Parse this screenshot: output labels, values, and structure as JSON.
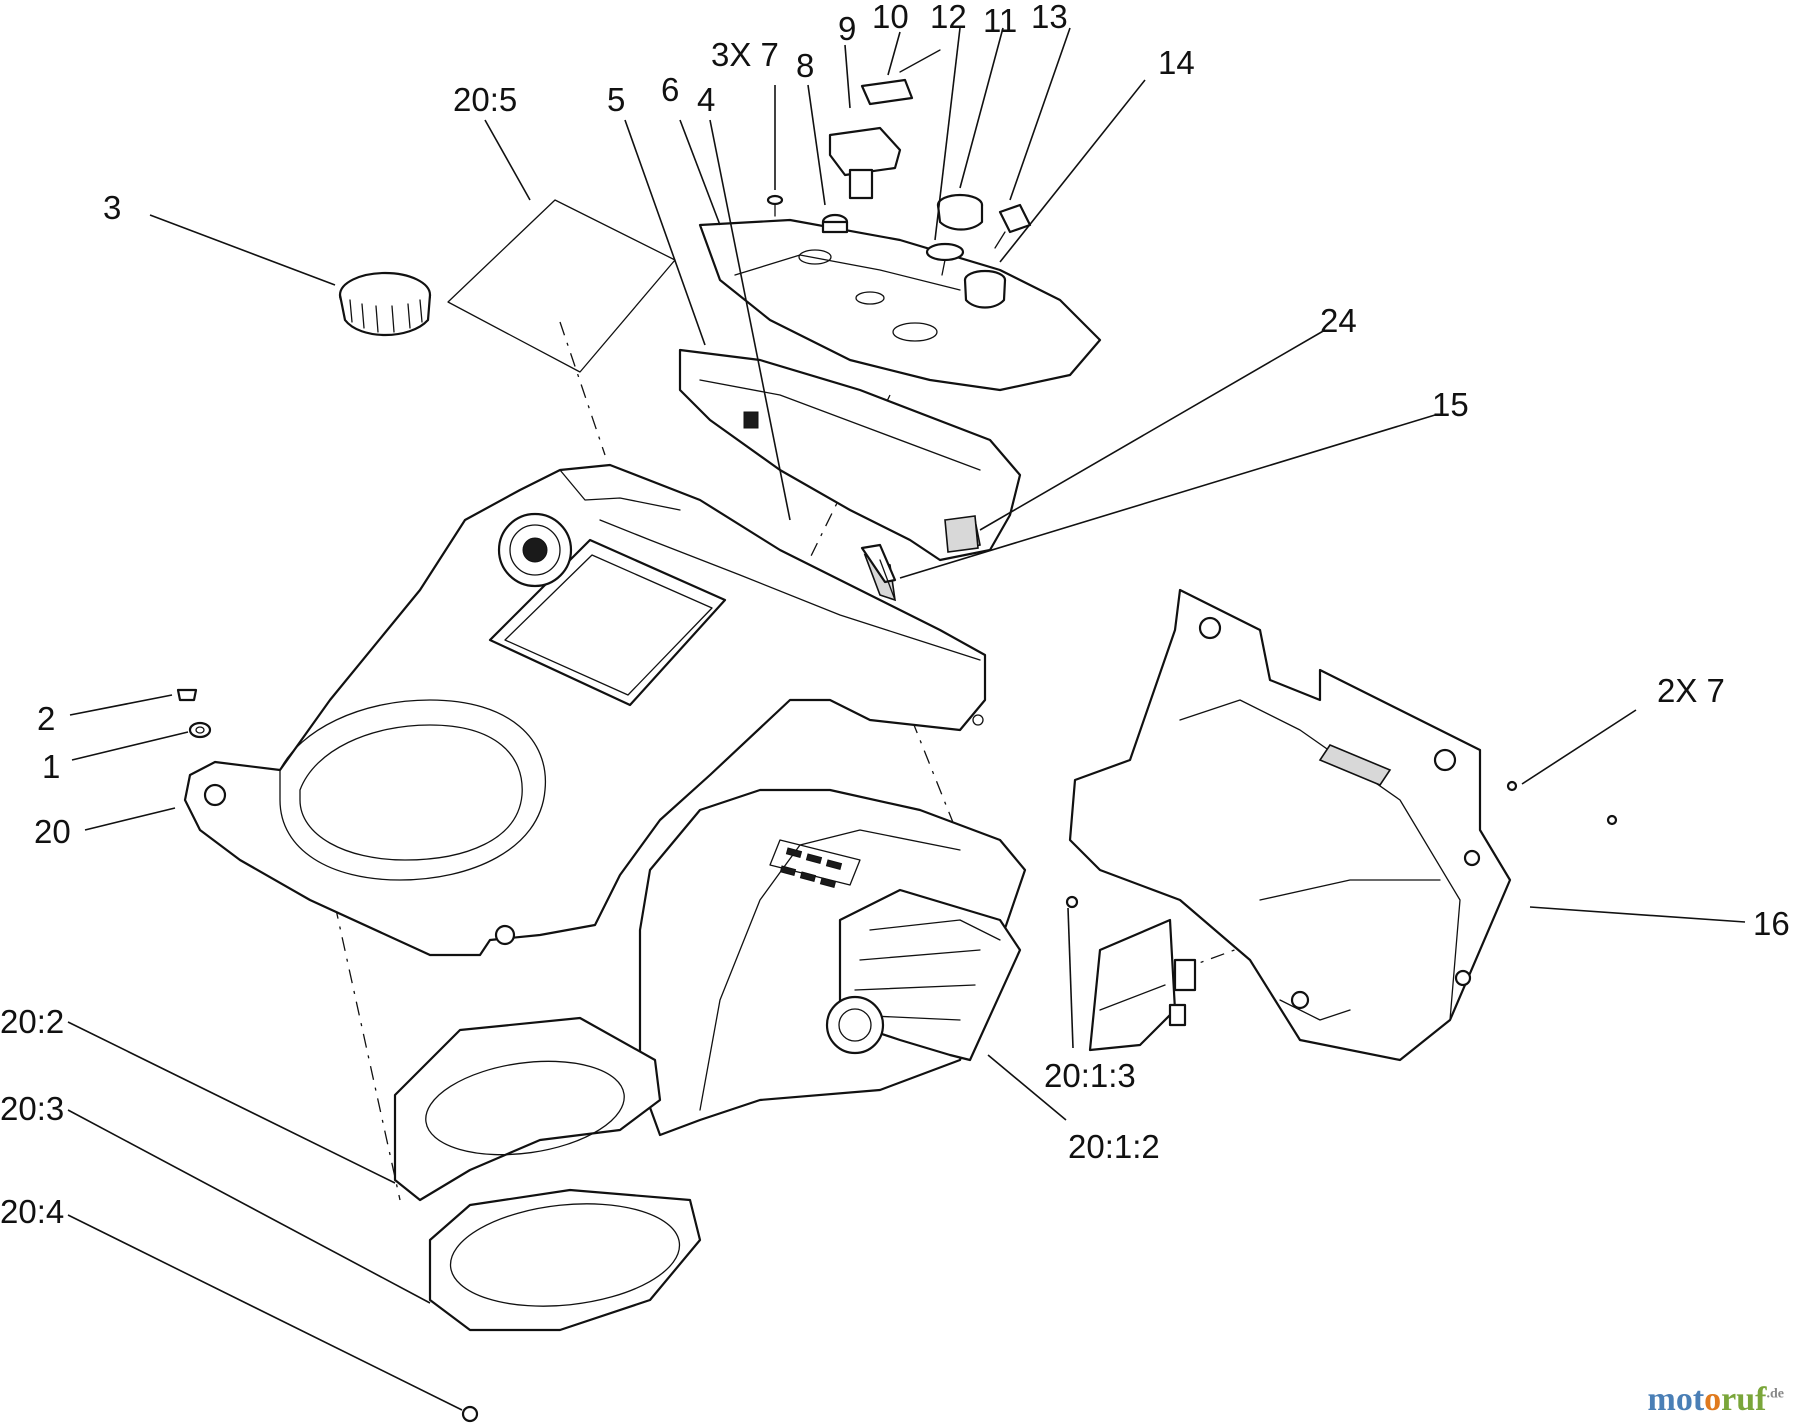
{
  "labels": {
    "c20_5": "20:5",
    "c3": "3",
    "c5": "5",
    "c6": "6",
    "c4": "4",
    "c3x7": "3X 7",
    "c8": "8",
    "c9": "9",
    "c10": "10",
    "c12": "12",
    "c11": "11",
    "c13": "13",
    "c14": "14",
    "c24": "24",
    "c15": "15",
    "c2": "2",
    "c1": "1",
    "c20": "20",
    "c2x7": "2X 7",
    "c16": "16",
    "c20_1_3": "20:1:3",
    "c20_1_2": "20:1:2",
    "c20_2": "20:2",
    "c20_3": "20:3",
    "c20_4": "20:4"
  },
  "watermark": {
    "part1": "mot",
    "part2": "o",
    "part3": "ruf",
    "suffix": ".de"
  },
  "colors": {
    "line": "#111111",
    "shade": "#d8d8d8",
    "watermark_blue": "#4a7fb6",
    "watermark_orange": "#e07a1e",
    "watermark_green": "#7aa63a"
  }
}
